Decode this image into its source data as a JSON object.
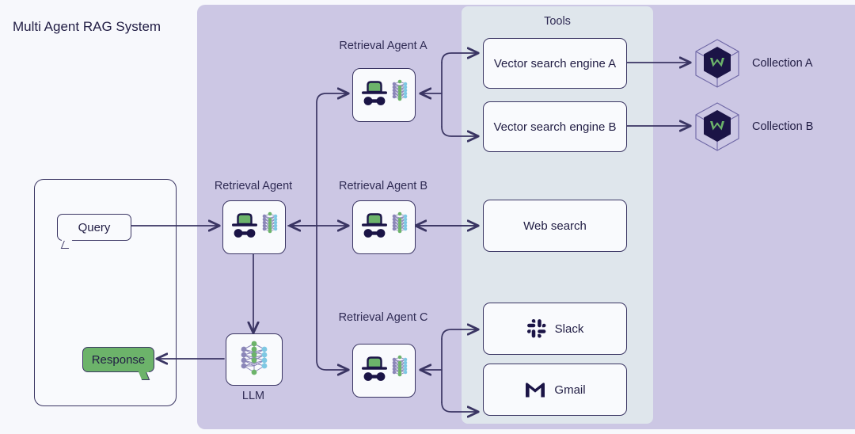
{
  "title": "Multi Agent RAG System",
  "colors": {
    "background": "#f7f8fc",
    "agent_panel": "#ccc7e4",
    "tools_panel": "#dfe6ec",
    "stroke": "#3a3563",
    "text": "#211d44",
    "green": "#6cb36a",
    "navy": "#1b1446",
    "node_blue": "#7ec8e3",
    "node_purple": "#8b86b8"
  },
  "tools_panel": {
    "label": "Tools"
  },
  "client": {
    "query_label": "Query",
    "response_label": "Response"
  },
  "agents": [
    {
      "id": "retrieval-agent",
      "label": "Retrieval Agent",
      "icon": "agent-icon"
    },
    {
      "id": "retrieval-agent-a",
      "label": "Retrieval Agent A",
      "icon": "agent-icon"
    },
    {
      "id": "retrieval-agent-b",
      "label": "Retrieval Agent B",
      "icon": "agent-icon"
    },
    {
      "id": "retrieval-agent-c",
      "label": "Retrieval Agent C",
      "icon": "agent-icon"
    }
  ],
  "llm": {
    "label": "LLM",
    "icon": "neural-network-icon"
  },
  "tools": [
    {
      "id": "vector-search-engine-a",
      "label": "Vector search engine A",
      "icon": null
    },
    {
      "id": "vector-search-engine-b",
      "label": "Vector search engine B",
      "icon": null
    },
    {
      "id": "web-search",
      "label": "Web search",
      "icon": null
    },
    {
      "id": "slack",
      "label": "Slack",
      "icon": "slack-icon"
    },
    {
      "id": "gmail",
      "label": "Gmail",
      "icon": "gmail-icon"
    }
  ],
  "collections": [
    {
      "id": "collection-a",
      "label": "Collection A",
      "icon": "weaviate-cube-icon"
    },
    {
      "id": "collection-b",
      "label": "Collection B",
      "icon": "weaviate-cube-icon"
    }
  ]
}
